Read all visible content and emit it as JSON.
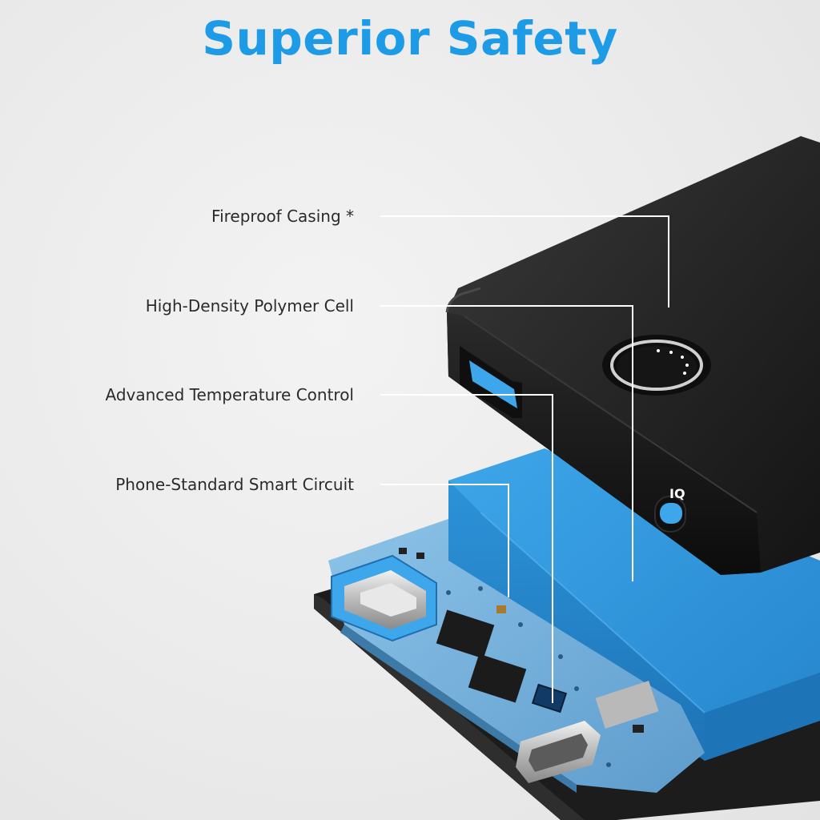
{
  "title": "Superior Safety",
  "callouts": [
    {
      "label": "Fireproof Casing *"
    },
    {
      "label": "High-Density Polymer Cell"
    },
    {
      "label": "Advanced Temperature Control"
    },
    {
      "label": "Phone-Standard Smart Circuit"
    }
  ],
  "device": {
    "port_badge": "IQ"
  },
  "colors": {
    "title": "#1e9be6",
    "battery_cell": "#2f94d8",
    "casing": "#1a1a1a",
    "circuit_board": "#7fb8e0"
  }
}
